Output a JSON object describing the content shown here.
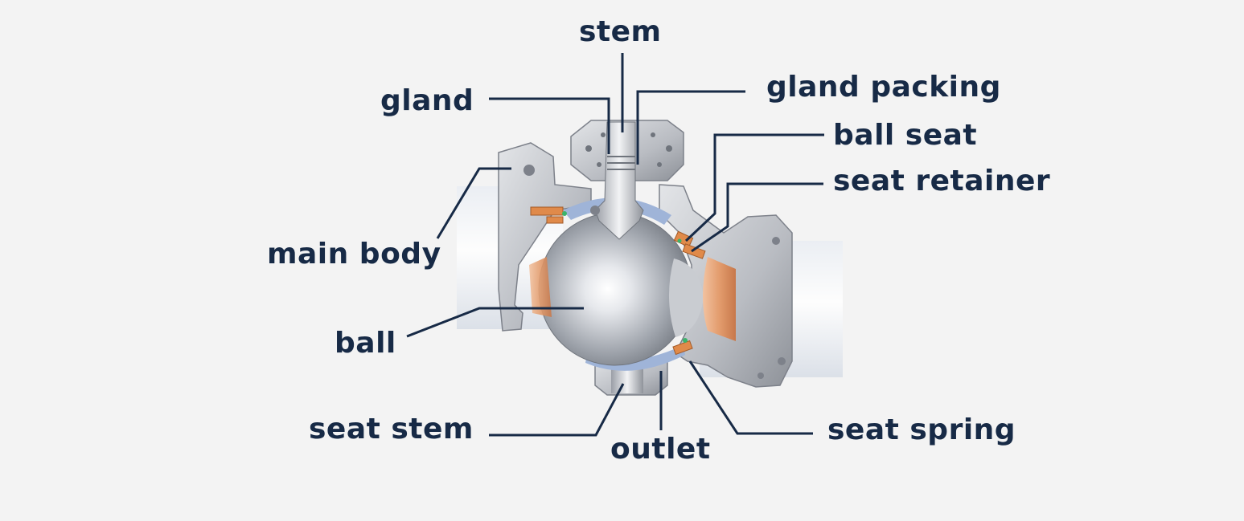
{
  "labels": {
    "stem": "stem",
    "gland": "gland",
    "gland_packing": "gland packing",
    "ball_seat": "ball seat",
    "seat_retainer": "seat retainer",
    "main_body": "main body",
    "ball": "ball",
    "seat_stem": "seat stem",
    "outlet": "outlet",
    "seat_spring": "seat spring"
  },
  "colors": {
    "background": "#f3f3f3",
    "text": "#172a46",
    "leader": "#172a46",
    "metal_light": "#d6d8dc",
    "metal_dark": "#8a8e96",
    "seat_copper": "#d98a5a",
    "seal_blue": "#9fb4d8"
  }
}
